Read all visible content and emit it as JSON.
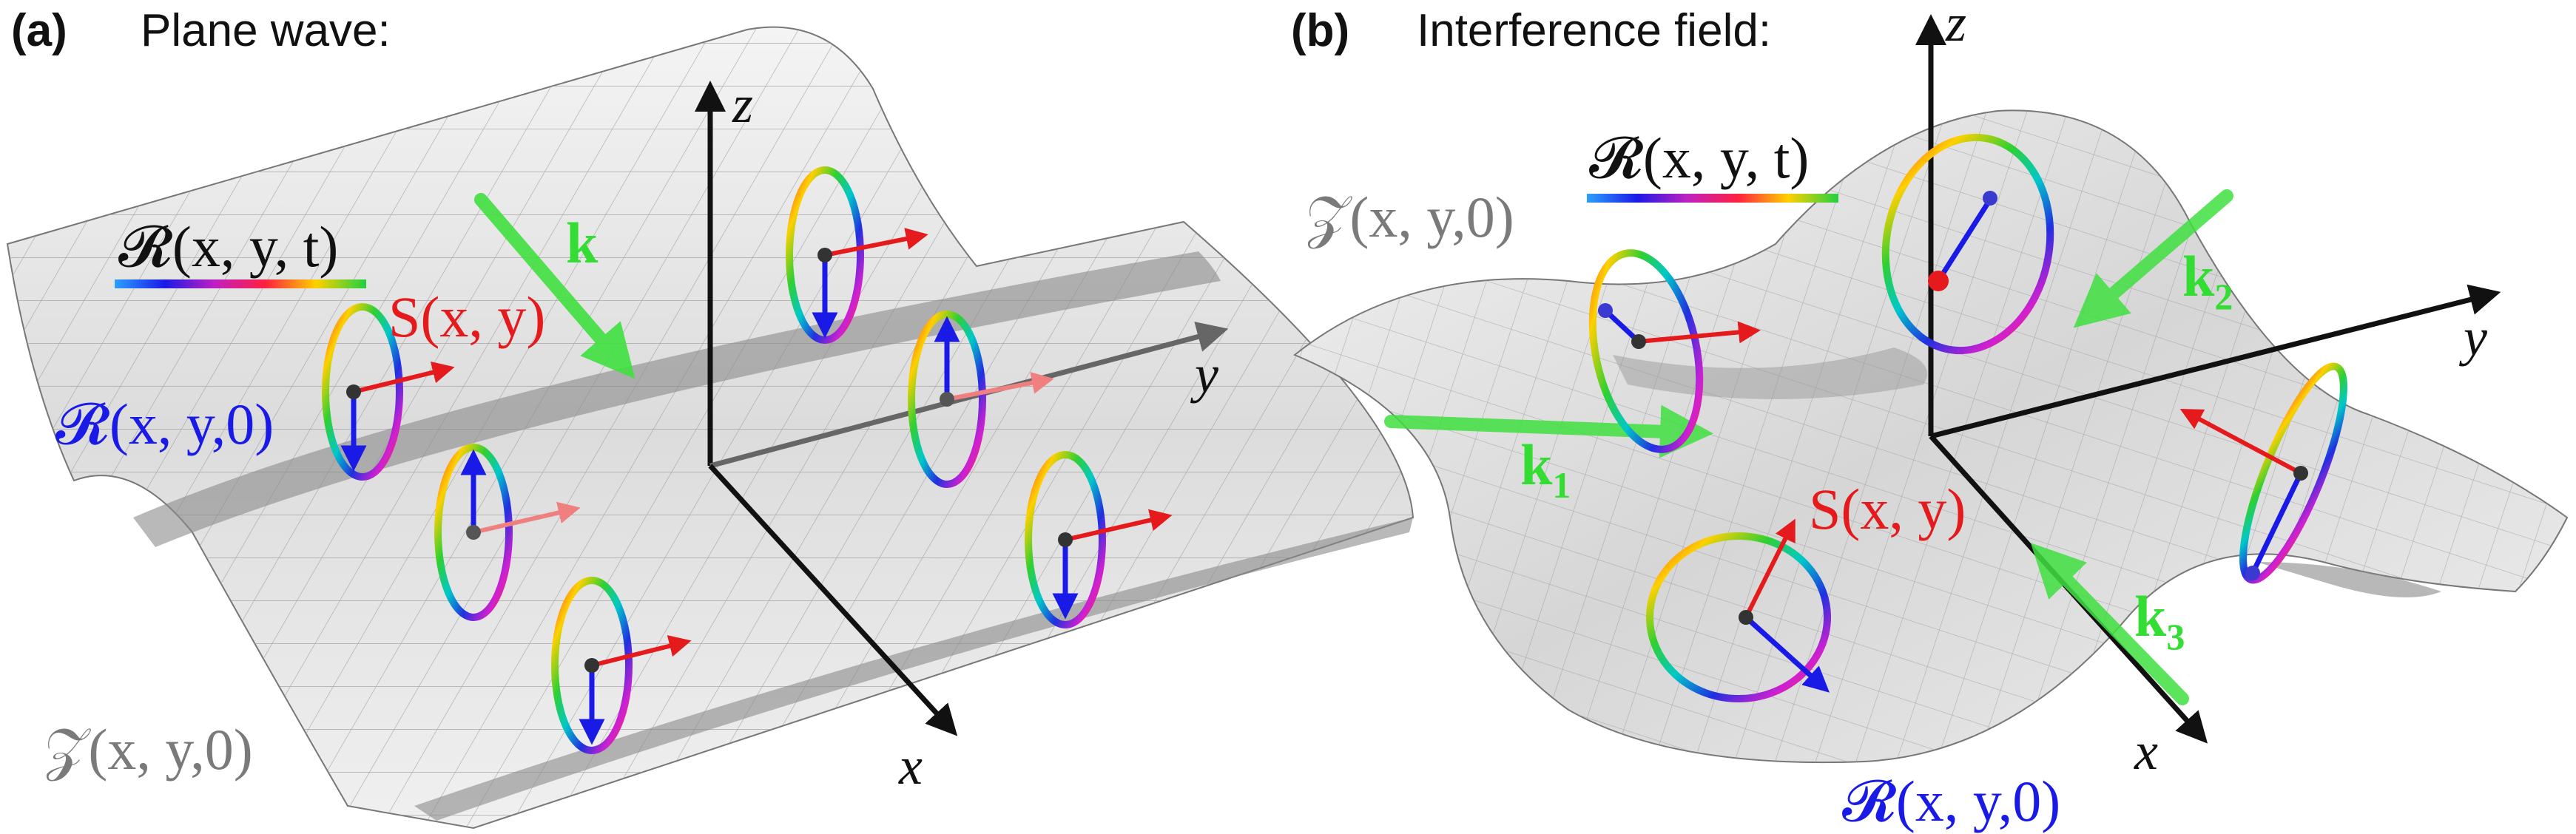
{
  "panel_a": {
    "tag": "(a)",
    "title": "Plane wave:",
    "axes": {
      "z": "z",
      "y": "y",
      "x": "x"
    },
    "labels": {
      "R_t": "𝓡(x, y, t)",
      "R_0": "𝓡(x, y,0)",
      "S": "S(x, y)",
      "k": "k",
      "Z": "𝒵(x, y,0)"
    }
  },
  "panel_b": {
    "tag": "(b)",
    "title": "Interference field:",
    "axes": {
      "z": "z",
      "y": "y",
      "x": "x"
    },
    "labels": {
      "R_t": "𝓡(x, y, t)",
      "Z": "𝒵(x, y,0)",
      "S": "S(x, y)",
      "k1": "k",
      "k1_sub": "1",
      "k2": "k",
      "k2_sub": "2",
      "k3": "k",
      "k3_sub": "3",
      "R_0": "𝓡(x, y,0)"
    }
  },
  "colors": {
    "S_red": "#e41a1c",
    "R_blue": "#1a1ae6",
    "k_green": "#33dd33",
    "Z_gray": "#7a7a7a",
    "axis": "#111111"
  }
}
